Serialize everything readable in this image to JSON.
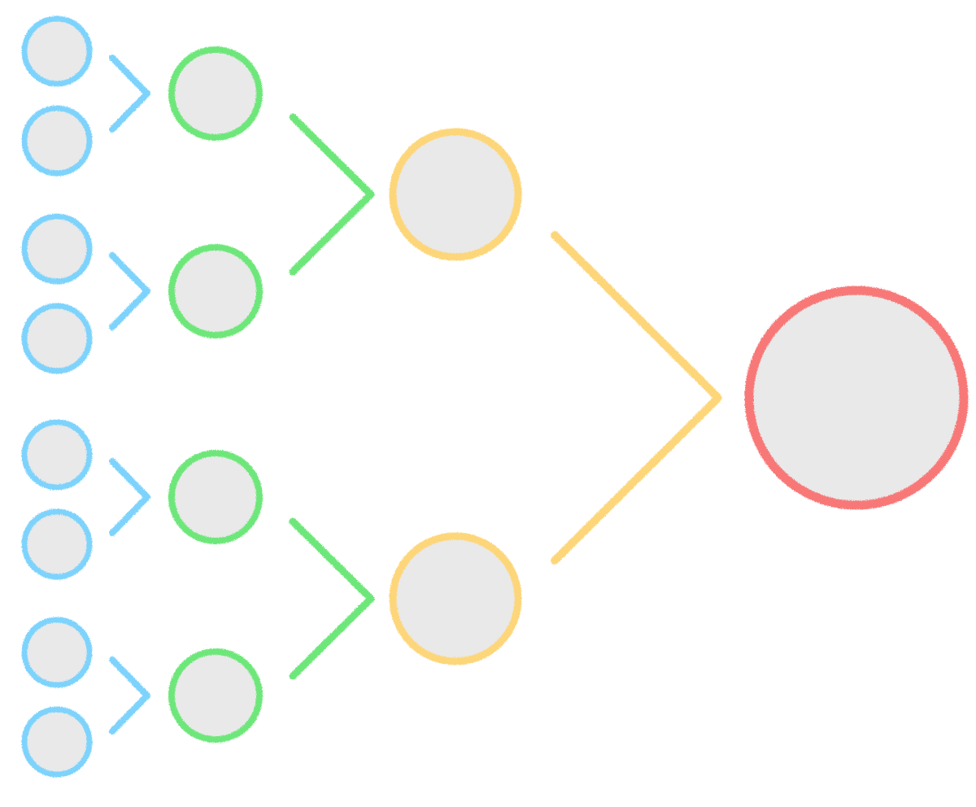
{
  "diagram": {
    "type": "binary-merge-tree",
    "node_fill": "#e9e9e9",
    "levels": [
      {
        "name": "leaves",
        "count": 8,
        "color": "#7dd3fc"
      },
      {
        "name": "level-2",
        "count": 4,
        "color": "#6ee77a"
      },
      {
        "name": "level-3",
        "count": 2,
        "color": "#fdd67a"
      },
      {
        "name": "root",
        "count": 1,
        "color": "#f87878"
      }
    ]
  }
}
